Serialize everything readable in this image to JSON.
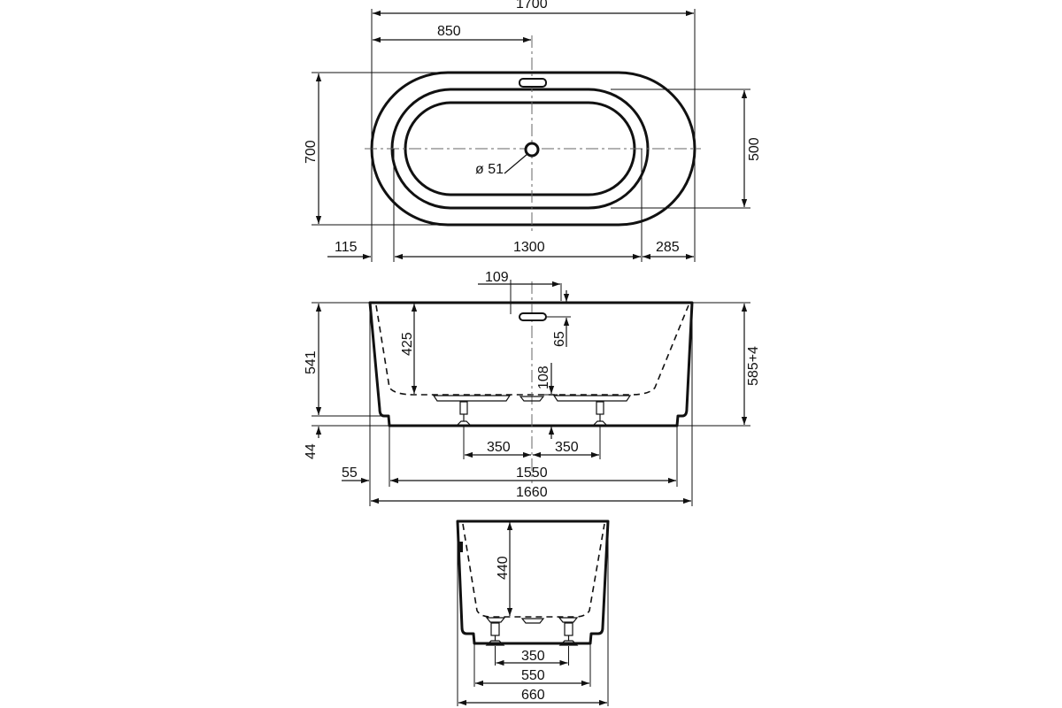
{
  "dimensions": {
    "top_total_length": "1700",
    "top_half_length": "850",
    "top_total_width": "700",
    "top_inner_width": "500",
    "drain_diameter": "ø 51",
    "top_left_offset": "115",
    "top_inner_length": "1300",
    "top_right_offset": "285",
    "side_overflow_offset": "109",
    "side_depth_left": "425",
    "side_overflow_height": "65",
    "side_total_height": "541",
    "side_feet_height": "44",
    "side_height_right": "585+4",
    "side_drain_height": "108",
    "side_leg_left": "350",
    "side_leg_right": "350",
    "side_edge_offset": "55",
    "side_base_length": "1550",
    "side_total_length": "1660",
    "end_depth": "440",
    "end_leg_spacing": "350",
    "end_base_width": "550",
    "end_total_width": "660"
  }
}
